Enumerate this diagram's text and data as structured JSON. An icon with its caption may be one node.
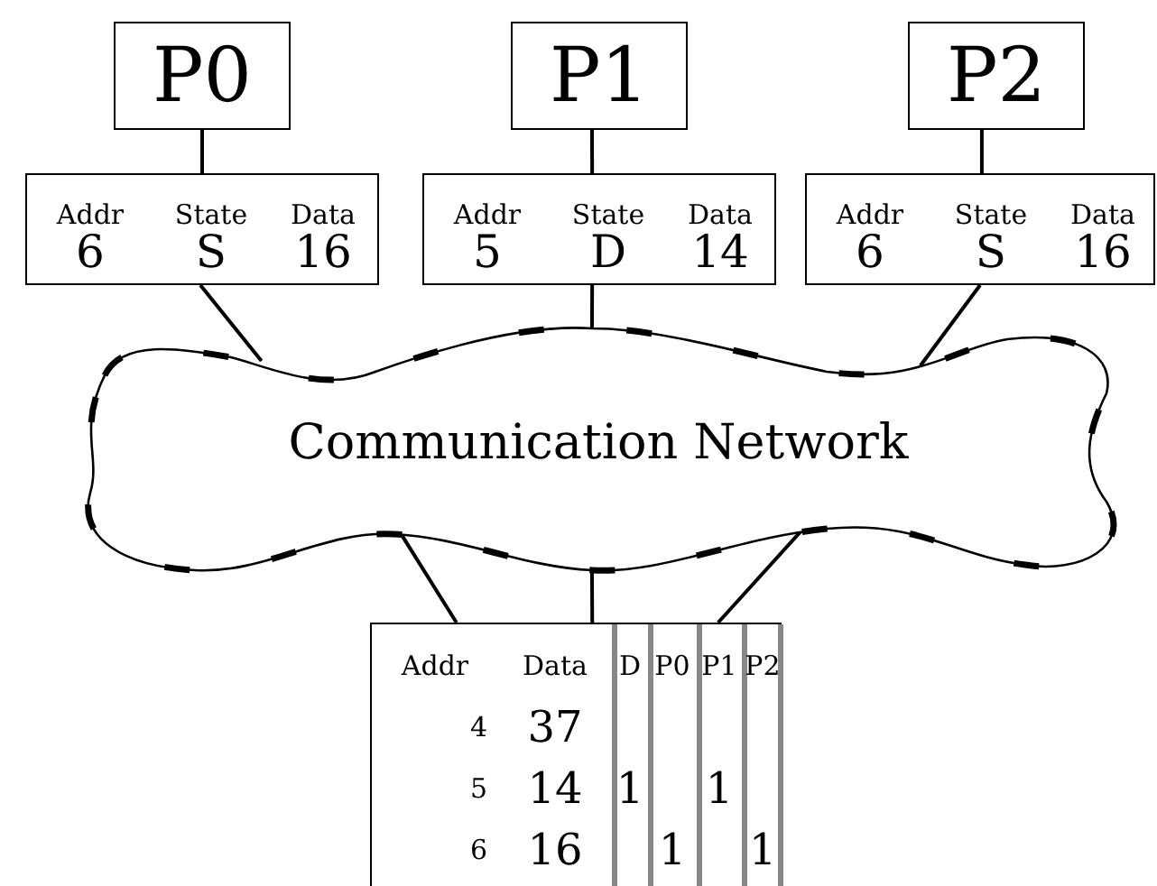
{
  "diagram": {
    "nodes": [
      {
        "text": [
          "P0"
        ]
      },
      {
        "text": [
          "P1"
        ]
      },
      {
        "text": [
          "P2"
        ]
      },
      {
        "text": [
          "Addr",
          "State",
          "Data",
          "6",
          "S",
          "16"
        ]
      },
      {
        "text": [
          "Addr",
          "State",
          "Data",
          "5",
          "D",
          "14"
        ]
      },
      {
        "text": [
          "Addr",
          "State",
          "Data",
          "6",
          "S",
          "16"
        ]
      },
      {
        "text": [
          "Communication Network"
        ]
      },
      {
        "text": [
          "Addr",
          "Data",
          "D",
          "P0",
          "P1",
          "P2",
          "4",
          "37",
          "5",
          "14",
          "1",
          "1",
          "6",
          "16",
          "1",
          "1"
        ]
      }
    ],
    "edges": [
      {
        "from": 0,
        "to": 3,
        "arrow": "none"
      },
      {
        "from": 1,
        "to": 4,
        "arrow": "none"
      },
      {
        "from": 2,
        "to": 5,
        "arrow": "none"
      },
      {
        "from": 3,
        "to": 6,
        "arrow": "none"
      },
      {
        "from": 4,
        "to": 6,
        "arrow": "none"
      },
      {
        "from": 5,
        "to": 6,
        "arrow": "none"
      },
      {
        "from": 6,
        "to": 7,
        "arrow": "none"
      },
      {
        "from": 6,
        "to": 7,
        "arrow": "none"
      },
      {
        "from": 6,
        "to": 7,
        "arrow": "none"
      }
    ]
  }
}
